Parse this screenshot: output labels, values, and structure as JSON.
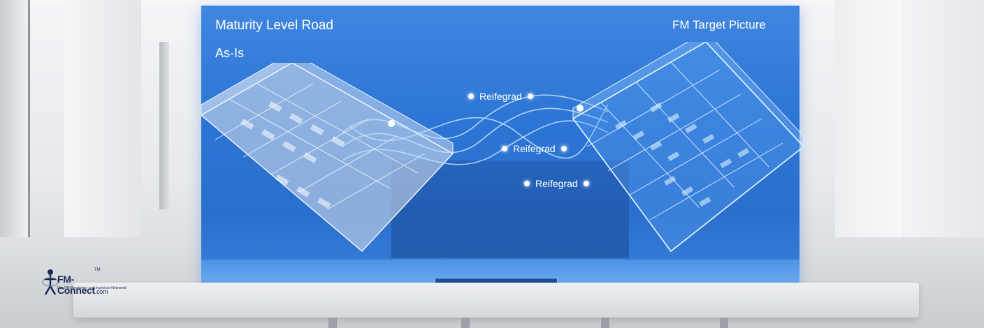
{
  "screen": {
    "title_left": "Maturity Level Road",
    "subtitle_left": "As-Is",
    "title_right": "FM Target Picture",
    "labels": [
      "Reifegrad",
      "Reifegrad",
      "Reifegrad"
    ]
  },
  "logo": {
    "brand": "FM-Connect",
    "suffix": ".com",
    "tm": "TM",
    "tagline": "Das FM-Beratungs- und Ingenieur-Netzwerk!"
  },
  "colors": {
    "screen_blue": "#2c74d4",
    "glow": "#bfe3ff"
  }
}
